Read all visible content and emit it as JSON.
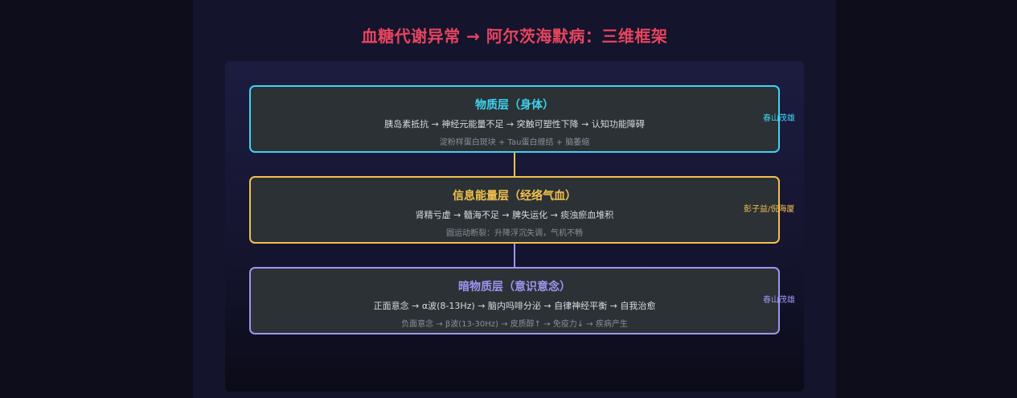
{
  "title": "血糖代谢异常 → 阿尔茨海默病：三维框架",
  "layers": [
    {
      "name": "物质层（身体）",
      "chain": "胰岛素抵抗 → 神经元能量不足 → 突触可塑性下降 → 认知功能障碍",
      "note": "淀粉样蛋白斑块 + Tau蛋白缠结 + 脑萎缩",
      "side_label": "春山茂雄",
      "color": "#3fd3f0"
    },
    {
      "name": "信息能量层（经络气血）",
      "chain": "肾精亏虚 → 髓海不足 → 脾失运化 → 痰浊瘀血堆积",
      "note": "圆运动断裂：升降浮沉失调，气机不畅",
      "side_label": "彭子益/倪海厦",
      "color": "#f2c14e"
    },
    {
      "name": "暗物质层（意识意念）",
      "chain": "正面意念 → α波(8-13Hz) → 脑内吗啡分泌 → 自律神经平衡 → 自我治愈",
      "note": "负面意念 → β波(13-30Hz) → 皮质醇↑ → 免疫力↓ → 疾病产生",
      "side_label": "春山茂雄",
      "color": "#9f94f0"
    }
  ]
}
